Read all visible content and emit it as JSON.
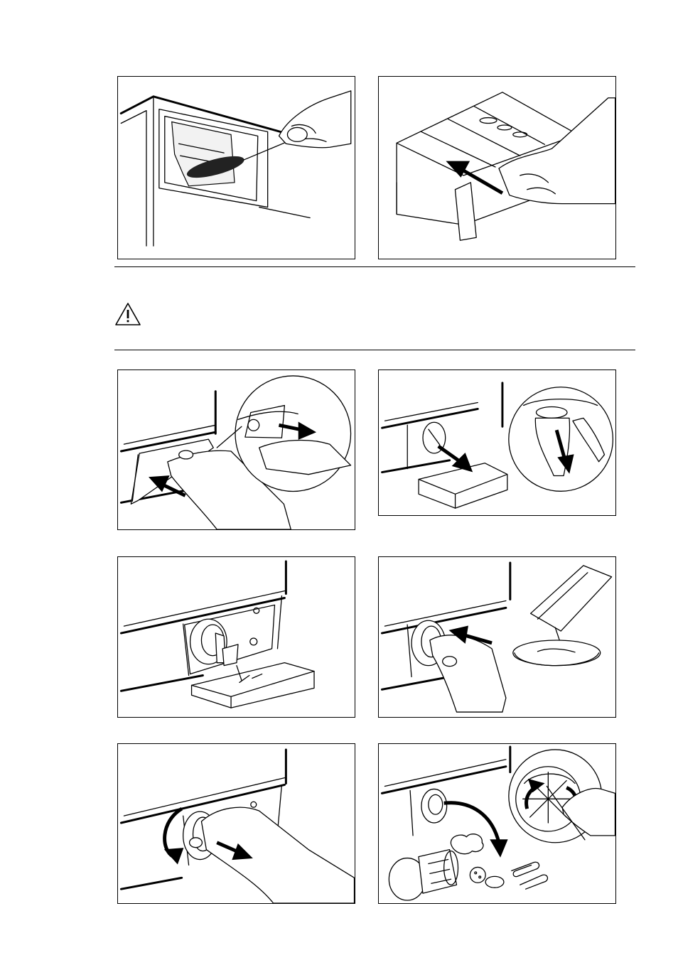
{
  "page": {
    "background": "#ffffff",
    "line_color": "#000000"
  },
  "warning": {
    "icon": "warning-triangle-icon"
  },
  "figures": [
    {
      "id": "clean-dispenser-recess-brush"
    },
    {
      "id": "insert-dispenser-drawer"
    },
    {
      "id": "open-filter-flap"
    },
    {
      "id": "drain-emergency-hose"
    },
    {
      "id": "unscrew-pump-filter"
    },
    {
      "id": "refit-filter-pour-water"
    },
    {
      "id": "turn-filter-remove"
    },
    {
      "id": "clean-pump-impeller-objects"
    }
  ]
}
